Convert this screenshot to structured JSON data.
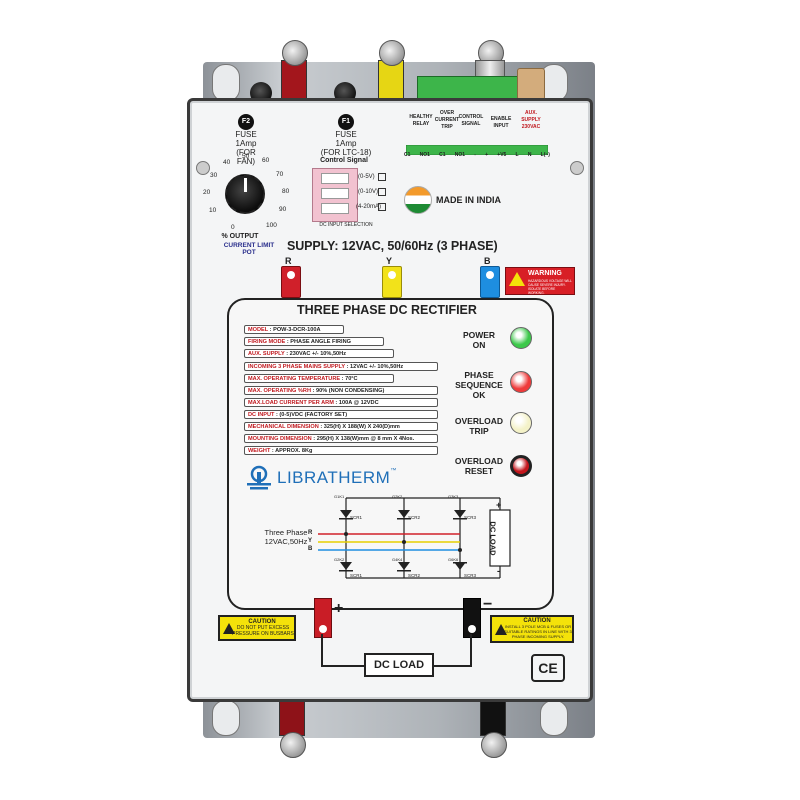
{
  "fuses": [
    {
      "tag": "F2",
      "title": "FUSE",
      "rating": "1Amp",
      "use": "(FOR FAN)"
    },
    {
      "tag": "F1",
      "title": "FUSE",
      "rating": "1Amp",
      "use": "(FOR LTC-18)"
    }
  ],
  "pot": {
    "scale": [
      "0",
      "10",
      "20",
      "30",
      "40",
      "50",
      "60",
      "70",
      "80",
      "90",
      "100"
    ],
    "label": "% OUTPUT",
    "caption_line1": "CURRENT LIMIT",
    "caption_line2": "POT",
    "level_percent": 50
  },
  "control_signal": {
    "title": "Control Signal",
    "options": [
      "(0-5V)",
      "(0-10V)",
      "(4-20mA)"
    ],
    "caption": "DC INPUT SELECTION"
  },
  "terminal_labels": {
    "healthy_relay": [
      "HEALTHY",
      "RELAY"
    ],
    "over_current_trip": [
      "OVER",
      "CURRENT",
      "TRIP"
    ],
    "control_signal": [
      "CONTROL",
      "SIGNAL"
    ],
    "enable_input": [
      "ENABLE",
      "INPUT"
    ],
    "aux_supply": [
      "AUX.",
      "SUPPLY",
      "230VAC"
    ],
    "pins": [
      "C1",
      "NO1",
      "C1",
      "NO1",
      "-",
      "+",
      "+V5",
      "L",
      "N",
      "L(~)"
    ]
  },
  "made_in": "MADE IN INDIA",
  "supply_text": "SUPPLY: 12VAC, 50/60Hz (3 PHASE)",
  "phases": [
    "R",
    "Y",
    "B"
  ],
  "warning": {
    "title": "WARNING",
    "text": "HAZARDOUS VOLTAGE WILL CAUSE SEVERE INJURY. ISOLATE BEFORE WORKING."
  },
  "product_title": "THREE PHASE DC RECTIFIER",
  "specs": [
    {
      "key": "MODEL",
      "value": "POW-3-DCR-100A"
    },
    {
      "key": "FIRING MODE",
      "value": "PHASE ANGLE FIRING"
    },
    {
      "key": "AUX. SUPPLY",
      "value": "230VAC +/- 10%,50Hz"
    },
    {
      "key": "INCOMING 3 PHASE MAINS SUPPLY",
      "value": "12VAC +/- 10%,50Hz"
    },
    {
      "key": "MAX. OPERATING TEMPERATURE",
      "value": "70°C"
    },
    {
      "key": "MAX. OPERATING %RH",
      "value": "90% (NON CONDENSING)"
    },
    {
      "key": "MAX.LOAD CURRENT PER ARM",
      "value": "100A @ 12VDC"
    },
    {
      "key": "DC INPUT",
      "value": "(0-5)VDC (FACTORY SET)"
    },
    {
      "key": "MECHANICAL DIMENSION",
      "value": "325(H) X 188(W) X 240(D)mm"
    },
    {
      "key": "MOUNTING DIMENSION",
      "value": "295(H) X 138(W)mm @ 8 mm X 4Nos."
    },
    {
      "key": "WEIGHT",
      "value": "APPROX. 8Kg"
    }
  ],
  "indicators": [
    {
      "label1": "POWER",
      "label2": "ON",
      "label3": "",
      "color": "#3cc84a"
    },
    {
      "label1": "PHASE",
      "label2": "SEQUENCE",
      "label3": "OK",
      "color": "#ef3a3a"
    },
    {
      "label1": "OVERLOAD",
      "label2": "TRIP",
      "label3": "",
      "color": "#f4f2c8"
    },
    {
      "label1": "OVERLOAD",
      "label2": "RESET",
      "label3": "",
      "color": "#c4161c"
    }
  ],
  "brand": {
    "name": "LIBRATHERM",
    "tm": "™",
    "color": "#1f6fb8"
  },
  "schematic": {
    "input_label1": "Three Phase",
    "input_label2": "12VAC,50Hz",
    "phase_letters": [
      "R",
      "Y",
      "B"
    ],
    "top_gates": [
      "G1K1",
      "G2K2",
      "G3K3"
    ],
    "bottom_gates": [
      "G2K2",
      "G4K4",
      "G6K6"
    ],
    "scr_labels": [
      "SCR1",
      "SCR2",
      "SCR3"
    ],
    "load_label": "DC LOAD",
    "plus": "+",
    "minus": "-"
  },
  "output": {
    "plus": "+",
    "minus": "−",
    "load_label": "DC LOAD"
  },
  "cautions": [
    {
      "title": "CAUTION",
      "text": "DO NOT PUT EXCESS PRESSURE ON BUSBARS"
    },
    {
      "title": "CAUTION",
      "text": "INSTALL 3 POLE MCB & FUSES OR SUITABLE RATINGS IN LINE WITH 3 PHASE INCOMING SUPPLY."
    }
  ],
  "ce_mark": "CE",
  "colors": {
    "red": "#d0202a",
    "yellow": "#f2e21a",
    "blue": "#1e8ee0",
    "accent_red": "#c0181e",
    "navy": "#2a2f8c"
  }
}
